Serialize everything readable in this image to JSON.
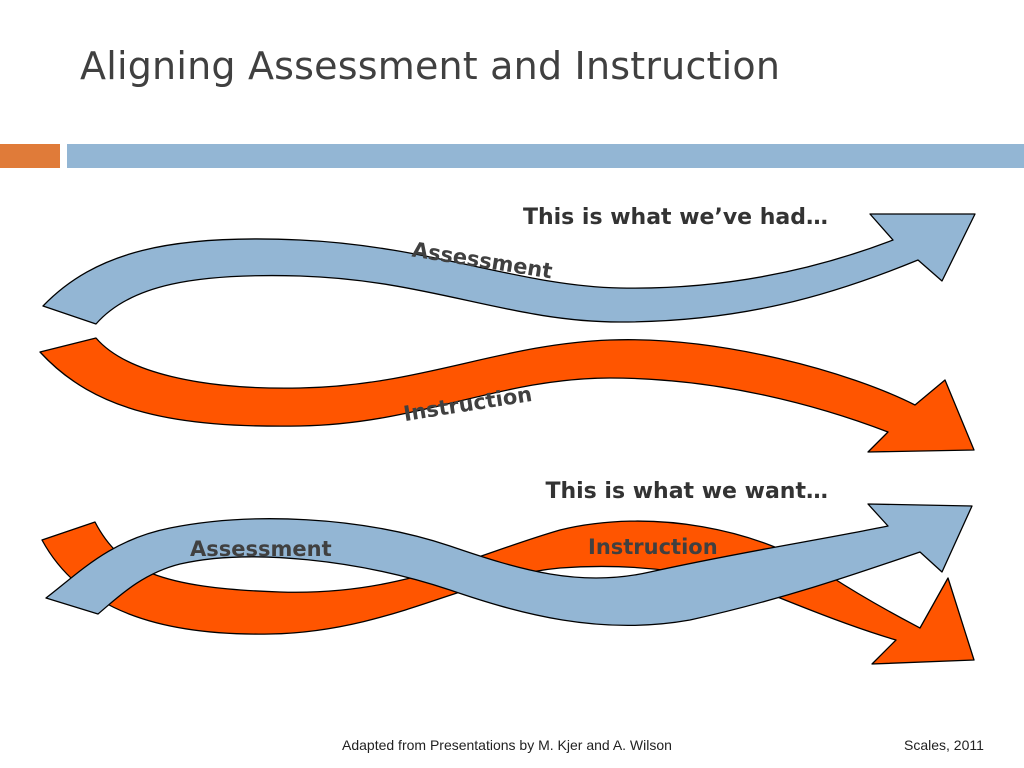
{
  "slide": {
    "title": "Aligning Assessment and Instruction"
  },
  "diagram": {
    "caption_had": "This is what we’ve had…",
    "caption_want": "This is what we want…",
    "top_assessment_label": "Assessment",
    "top_instruction_label": "Instruction",
    "bottom_assessment_label": "Assessment",
    "bottom_instruction_label": "Instruction"
  },
  "footer": {
    "credit": "Adapted from Presentations by M. Kjer and A. Wilson",
    "scales": "Scales, 2011"
  },
  "colors": {
    "assessment_arrow": "#93b6d4",
    "instruction_arrow": "#ff5500",
    "accent_orange": "#e07b39",
    "accent_blue": "#93b6d4",
    "title_text": "#404040"
  }
}
